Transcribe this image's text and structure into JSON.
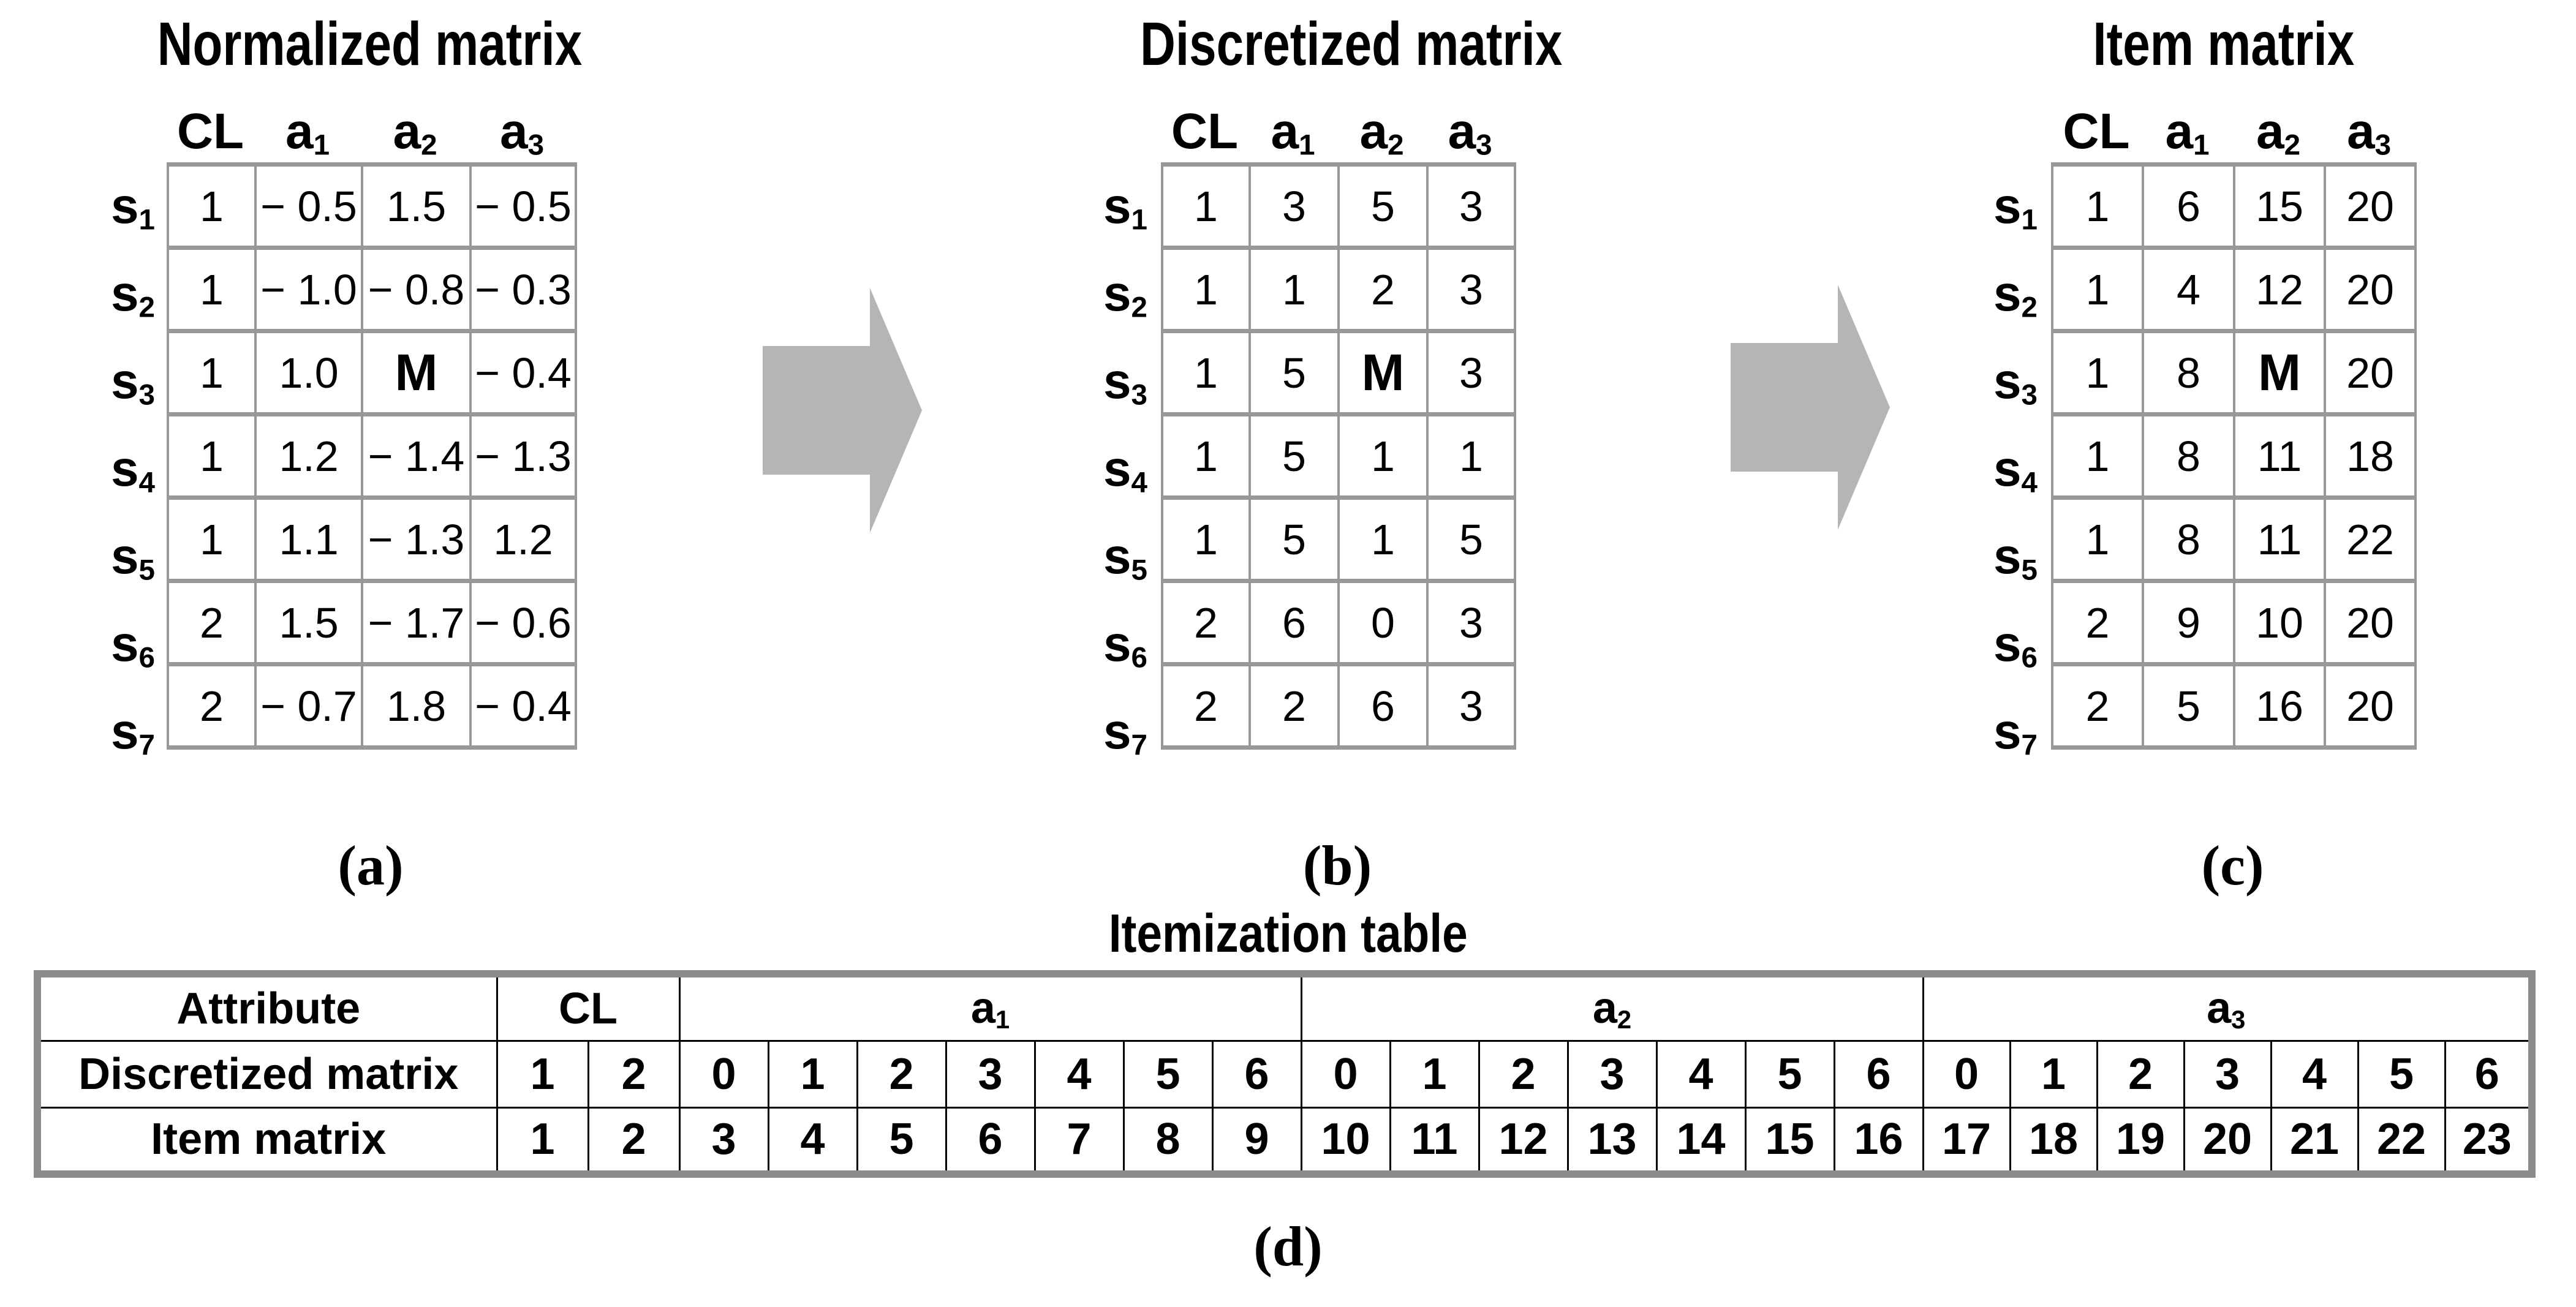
{
  "matrices": [
    {
      "title": "Normalized matrix",
      "caption": "(a)",
      "col_headers": [
        {
          "base": "CL",
          "sub": ""
        },
        {
          "base": "a",
          "sub": "1"
        },
        {
          "base": "a",
          "sub": "2"
        },
        {
          "base": "a",
          "sub": "3"
        }
      ],
      "row_labels": [
        {
          "base": "s",
          "sub": "1"
        },
        {
          "base": "s",
          "sub": "2"
        },
        {
          "base": "s",
          "sub": "3"
        },
        {
          "base": "s",
          "sub": "4"
        },
        {
          "base": "s",
          "sub": "5"
        },
        {
          "base": "s",
          "sub": "6"
        },
        {
          "base": "s",
          "sub": "7"
        }
      ],
      "rows": [
        [
          "1",
          "− 0.5",
          "1.5",
          "− 0.5"
        ],
        [
          "1",
          "− 1.0",
          "− 0.8",
          "− 0.3"
        ],
        [
          "1",
          "1.0",
          "M",
          "− 0.4"
        ],
        [
          "1",
          "1.2",
          "− 1.4",
          "− 1.3"
        ],
        [
          "1",
          "1.1",
          "− 1.3",
          "1.2"
        ],
        [
          "2",
          "1.5",
          "− 1.7",
          "− 0.6"
        ],
        [
          "2",
          "− 0.7",
          "1.8",
          "− 0.4"
        ]
      ]
    },
    {
      "title": "Discretized matrix",
      "caption": "(b)",
      "col_headers": [
        {
          "base": "CL",
          "sub": ""
        },
        {
          "base": "a",
          "sub": "1"
        },
        {
          "base": "a",
          "sub": "2"
        },
        {
          "base": "a",
          "sub": "3"
        }
      ],
      "row_labels": [
        {
          "base": "s",
          "sub": "1"
        },
        {
          "base": "s",
          "sub": "2"
        },
        {
          "base": "s",
          "sub": "3"
        },
        {
          "base": "s",
          "sub": "4"
        },
        {
          "base": "s",
          "sub": "5"
        },
        {
          "base": "s",
          "sub": "6"
        },
        {
          "base": "s",
          "sub": "7"
        }
      ],
      "rows": [
        [
          "1",
          "3",
          "5",
          "3"
        ],
        [
          "1",
          "1",
          "2",
          "3"
        ],
        [
          "1",
          "5",
          "M",
          "3"
        ],
        [
          "1",
          "5",
          "1",
          "1"
        ],
        [
          "1",
          "5",
          "1",
          "5"
        ],
        [
          "2",
          "6",
          "0",
          "3"
        ],
        [
          "2",
          "2",
          "6",
          "3"
        ]
      ]
    },
    {
      "title": "Item matrix",
      "caption": "(c)",
      "col_headers": [
        {
          "base": "CL",
          "sub": ""
        },
        {
          "base": "a",
          "sub": "1"
        },
        {
          "base": "a",
          "sub": "2"
        },
        {
          "base": "a",
          "sub": "3"
        }
      ],
      "row_labels": [
        {
          "base": "s",
          "sub": "1"
        },
        {
          "base": "s",
          "sub": "2"
        },
        {
          "base": "s",
          "sub": "3"
        },
        {
          "base": "s",
          "sub": "4"
        },
        {
          "base": "s",
          "sub": "5"
        },
        {
          "base": "s",
          "sub": "6"
        },
        {
          "base": "s",
          "sub": "7"
        }
      ],
      "rows": [
        [
          "1",
          "6",
          "15",
          "20"
        ],
        [
          "1",
          "4",
          "12",
          "20"
        ],
        [
          "1",
          "8",
          "M",
          "20"
        ],
        [
          "1",
          "8",
          "11",
          "18"
        ],
        [
          "1",
          "8",
          "11",
          "22"
        ],
        [
          "2",
          "9",
          "10",
          "20"
        ],
        [
          "2",
          "5",
          "16",
          "20"
        ]
      ]
    }
  ],
  "itemization": {
    "title": "Itemization table",
    "caption": "(d)",
    "attribute_header": "Attribute",
    "cl_header": "CL",
    "group_headers": [
      {
        "base": "a",
        "sub": "1"
      },
      {
        "base": "a",
        "sub": "2"
      },
      {
        "base": "a",
        "sub": "3"
      }
    ],
    "rows": [
      {
        "label": "Discretized matrix",
        "values": [
          "1",
          "2",
          "0",
          "1",
          "2",
          "3",
          "4",
          "5",
          "6",
          "0",
          "1",
          "2",
          "3",
          "4",
          "5",
          "6",
          "0",
          "1",
          "2",
          "3",
          "4",
          "5",
          "6"
        ]
      },
      {
        "label": "Item matrix",
        "values": [
          "1",
          "2",
          "3",
          "4",
          "5",
          "6",
          "7",
          "8",
          "9",
          "10",
          "11",
          "12",
          "13",
          "14",
          "15",
          "16",
          "17",
          "18",
          "19",
          "20",
          "21",
          "22",
          "23"
        ]
      }
    ]
  },
  "colors": {
    "arrow": "#b5b5b5",
    "matrix_grid": "#989898",
    "itemization_frame": "#8b8b8b"
  }
}
